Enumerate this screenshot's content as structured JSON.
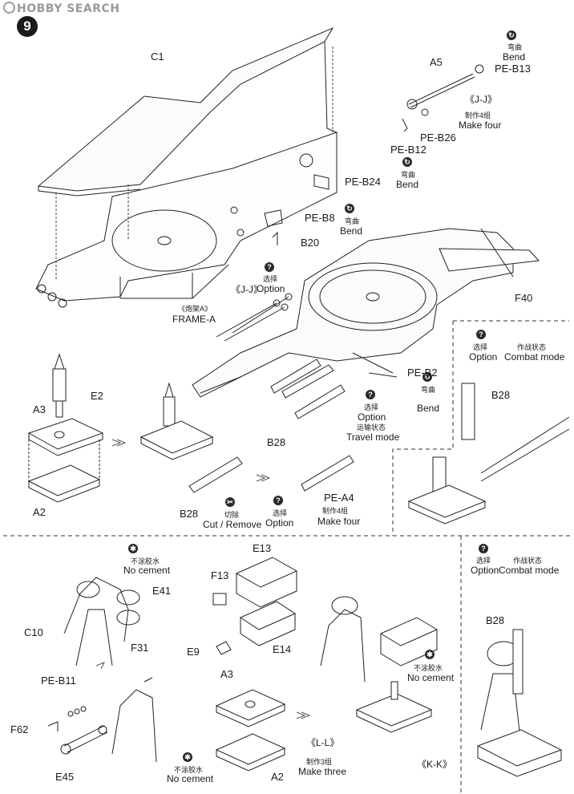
{
  "watermark": "HOBBY SEARCH",
  "step_number": "9",
  "labels": {
    "c1": "C1",
    "a5": "A5",
    "pe_b13": "PE-B13",
    "bend_cn_1": "弯曲",
    "bend_en_1": "Bend",
    "jj_top": "《J-J》",
    "make4_cn_1": "制作4组",
    "make_four_1": "Make four",
    "pe_b26": "PE-B26",
    "pe_b12": "PE-B12",
    "bend_cn_2": "弯曲",
    "bend_en_2": "Bend",
    "pe_b24": "PE-B24",
    "pe_b8": "PE-B8",
    "bend_cn_3": "弯曲",
    "bend_en_3": "Bend",
    "b20": "B20",
    "option_cn_1": "选择",
    "option_en_1": "Option",
    "jj_mid": "《J-J》",
    "frame_a_cn": "《炮架A》",
    "frame_a_en": "FRAME-A",
    "f40": "F40",
    "e2": "E2",
    "a3_left": "A3",
    "a2_left": "A2",
    "pe_b2": "PE-B2",
    "bend_cn_4": "弯曲",
    "bend_en_4": "Bend",
    "option_cn_2": "选择",
    "option_en_2": "Option",
    "travel_cn": "运输状态",
    "travel_en": "Travel mode",
    "b28_mid": "B28",
    "option_cn_3": "选择",
    "option_en_3": "Option",
    "combat_cn_1": "作战状态",
    "combat_en_1": "Combat mode",
    "b28_right": "B28",
    "b28_low": "B28",
    "cut_cn": "切除",
    "cut_en": "Cut / Remove",
    "option_cn_4": "选择",
    "option_en_4": "Option",
    "pe_a4": "PE-A4",
    "make4_cn_2": "制作4组",
    "make_four_2": "Make four",
    "nocement_cn_1": "不涂胶水",
    "nocement_en_1": "No cement",
    "e41": "E41",
    "c10": "C10",
    "f31": "F31",
    "e13": "E13",
    "f13": "F13",
    "e9": "E9",
    "e14": "E14",
    "nocement_cn_2": "不涂胶水",
    "nocement_en_2": "No cement",
    "pe_b11": "PE-B11",
    "f62": "F62",
    "e45": "E45",
    "nocement_cn_3": "不涂胶水",
    "nocement_en_3": "No cement",
    "a3_low": "A3",
    "a2_low": "A2",
    "ll": "《L-L》",
    "make3_cn": "制作3组",
    "make_three": "Make three",
    "kk": "《K-K》",
    "option_cn_5": "选择",
    "option_en_5": "Option",
    "combat_cn_2": "作战状态",
    "combat_en_2": "Combat mode",
    "b28_kk": "B28"
  },
  "icons": {
    "bend": "bend-icon",
    "option": "question-icon",
    "no_cement": "no-cement-icon",
    "cut": "cut-icon"
  }
}
